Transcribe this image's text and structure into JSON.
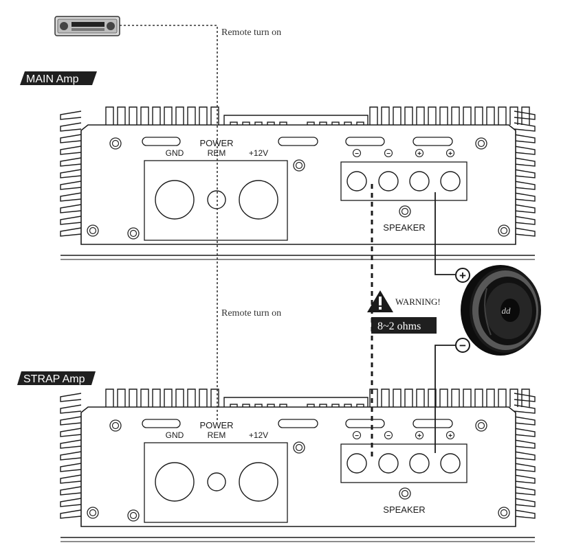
{
  "head_unit": {
    "remote_label": "Remote turn on"
  },
  "main_amp": {
    "badge": "MAIN Amp",
    "power_title": "POWER",
    "terminals": [
      "GND",
      "REM",
      "+12V"
    ],
    "speaker_label": "SPEAKER",
    "speaker_polarity": [
      "−",
      "−",
      "+",
      "+"
    ]
  },
  "second_remote_label": "Remote turn on",
  "warning": {
    "text": "WARNING!",
    "impedance": "8~2 ohms"
  },
  "speaker_unit": {
    "logo": "dd",
    "plus": "+",
    "minus": "−"
  },
  "strap_amp": {
    "badge": "STRAP Amp",
    "power_title": "POWER",
    "terminals": [
      "GND",
      "REM",
      "+12V"
    ],
    "speaker_label": "SPEAKER",
    "speaker_polarity": [
      "−",
      "−",
      "+",
      "+"
    ]
  },
  "colors": {
    "ink": "#1a1a1a",
    "badge": "#1f1f1f",
    "badge_text": "#ffffff",
    "speaker_body": "#111111"
  }
}
